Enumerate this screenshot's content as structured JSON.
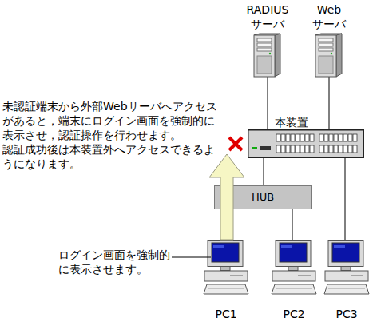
{
  "diagram": {
    "nodes": [
      {
        "text": [
          "RADIUS サーバ"
        ]
      },
      {
        "text": [
          "Web サーバ"
        ]
      },
      {
        "text": [
          "本装置"
        ]
      },
      {
        "text": [
          "HUB"
        ]
      },
      {
        "text": [
          "PC1"
        ]
      },
      {
        "text": [
          "PC2"
        ]
      },
      {
        "text": [
          "PC3"
        ]
      }
    ],
    "edges": [
      {
        "from": 0,
        "to": 2,
        "arrow": "none"
      },
      {
        "from": 1,
        "to": 2,
        "arrow": "none"
      },
      {
        "from": 2,
        "to": 3,
        "arrow": "none"
      },
      {
        "from": 3,
        "to": 4,
        "arrow": "none"
      },
      {
        "from": 3,
        "to": 5,
        "arrow": "none"
      },
      {
        "from": 2,
        "to": 6,
        "arrow": "none"
      }
    ],
    "labels": [
      "未認証端末から外部Webサーバへアクセス があると，端末にログイン画面を強制的に 表示させ，認証操作を行わせます。 認証成功後は本装置外へアクセスできるよ うになります。",
      "ログイン画面を強制的 に表示させます。"
    ]
  }
}
